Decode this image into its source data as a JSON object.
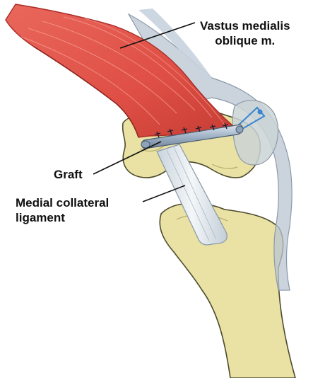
{
  "labels": {
    "vmo_line1": "Vastus medialis",
    "vmo_line2": "oblique m.",
    "graft": "Graft",
    "mcl_line1": "Medial collateral",
    "mcl_line2": "ligament"
  },
  "colors": {
    "muscle": "#e0544a",
    "muscle_dark": "#b8332c",
    "bone": "#e9e2a4",
    "bone_outline": "#4d4a2c",
    "capsule": "#b9c6d2",
    "graft": "#a9b9cb",
    "ligament": "#e3e9ee",
    "leader_line": "#111111",
    "suture": "#1b1b30"
  }
}
